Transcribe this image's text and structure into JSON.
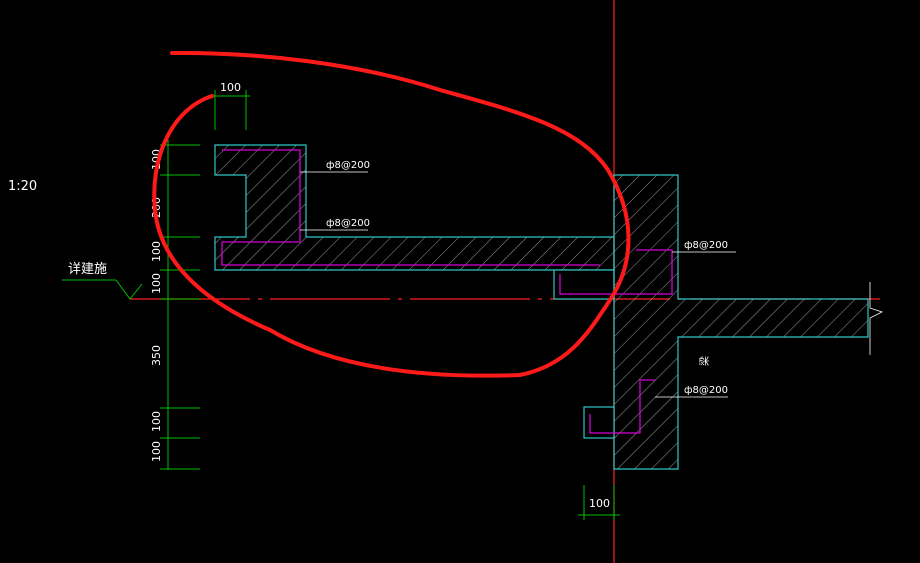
{
  "drawing": {
    "scale_label": "1:20",
    "note_label": "详建施",
    "beam_label": "梁",
    "colors": {
      "background": "#000000",
      "concrete_outline": "#2ec7c7",
      "rebar": "#d400d4",
      "dimension": "#00c000",
      "axis": "#ff2020",
      "annotation": "#ff1a1a",
      "text": "#ffffff"
    }
  },
  "dimensions": {
    "top": "100",
    "bottom": "100",
    "left_stack": [
      "100",
      "200",
      "100",
      "100",
      "350",
      "100",
      "100"
    ]
  },
  "rebar_labels": [
    "ф8@200",
    "ф8@200",
    "ф8@200",
    "ф8@200"
  ]
}
